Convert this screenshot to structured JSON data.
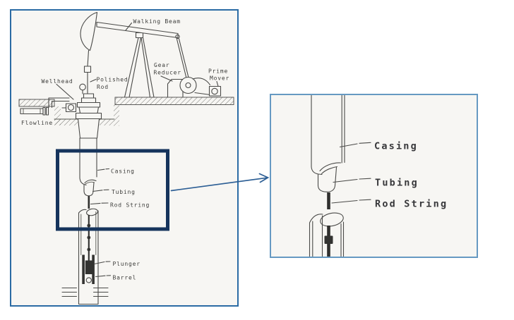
{
  "left_panel": {
    "labels": {
      "walking_beam": "Walking Beam",
      "wellhead": "Wellhead",
      "polished_rod": [
        "Polished",
        "Rod"
      ],
      "gear_reducer": [
        "Gear",
        "Reducer"
      ],
      "prime_mover": [
        "Prime",
        "Mover"
      ],
      "flowline": "Flowline",
      "casing": "Casing",
      "tubing": "Tubing",
      "rod_string": "Rod String",
      "plunger": "Plunger",
      "barrel": "Barrel"
    }
  },
  "right_panel": {
    "labels": {
      "casing": "Casing",
      "tubing": "Tubing",
      "rod_string": "Rod String"
    }
  },
  "colors": {
    "overview_panel_border": "#2b6ba4",
    "detail_panel_border": "#6699c2",
    "highlight_box": "#16345c",
    "zoom_arrow": "#2d5f95",
    "drawing_line": "#4a4a48",
    "label_text": "#3d3d3b",
    "panel_background": "#f7f6f3"
  }
}
